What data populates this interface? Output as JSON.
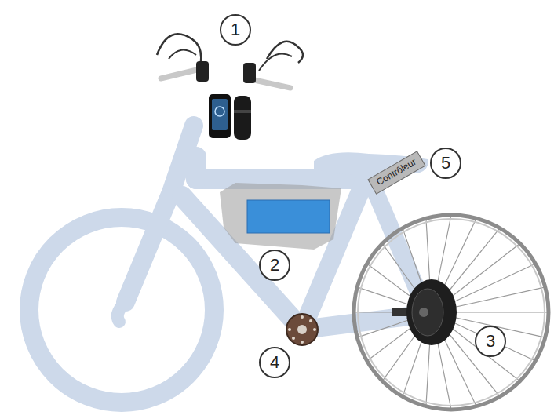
{
  "diagram": {
    "nodes": [
      {
        "text": [
          "1"
        ]
      },
      {
        "text": [
          "5"
        ]
      },
      {
        "text": [
          "Contrôleur"
        ]
      },
      {
        "text": [
          "2"
        ]
      },
      {
        "text": [
          "3"
        ]
      },
      {
        "text": [
          "4"
        ]
      }
    ]
  }
}
